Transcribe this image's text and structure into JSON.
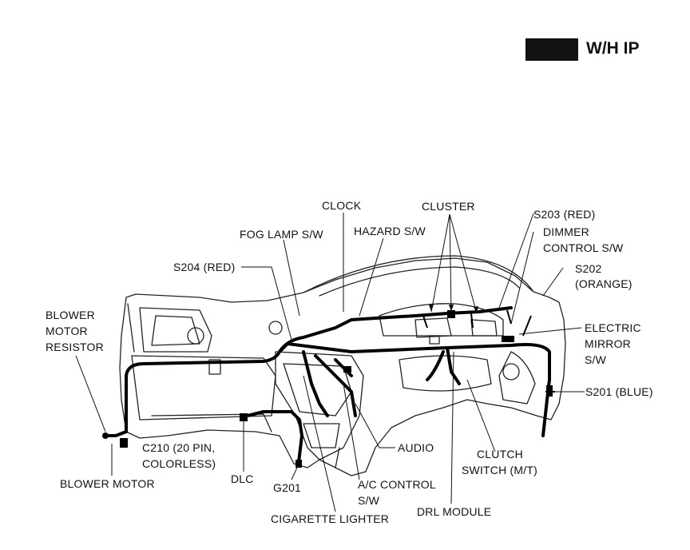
{
  "header": {
    "title": "W/H IP"
  },
  "labels": {
    "clock": "CLOCK",
    "cluster": "CLUSTER",
    "s203": "S203 (RED)",
    "fog_lamp": "FOG LAMP S/W",
    "hazard": "HAZARD S/W",
    "dimmer_1": "DIMMER",
    "dimmer_2": "CONTROL S/W",
    "s204": "S204 (RED)",
    "s202_1": "S202",
    "s202_2": "(ORANGE)",
    "blower_res_1": "BLOWER",
    "blower_res_2": "MOTOR",
    "blower_res_3": "RESISTOR",
    "mirror_1": "ELECTRIC",
    "mirror_2": "MIRROR",
    "mirror_3": "S/W",
    "s201": "S201 (BLUE)",
    "c210_1": "C210 (20 PIN,",
    "c210_2": "COLORLESS)",
    "audio": "AUDIO",
    "clutch_1": "CLUTCH",
    "clutch_2": "SWITCH (M/T)",
    "blower_motor": "BLOWER MOTOR",
    "dlc": "DLC",
    "g201": "G201",
    "ac_1": "A/C CONTROL",
    "ac_2": "S/W",
    "drl": "DRL MODULE",
    "cig": "CIGARETTE LIGHTER"
  }
}
